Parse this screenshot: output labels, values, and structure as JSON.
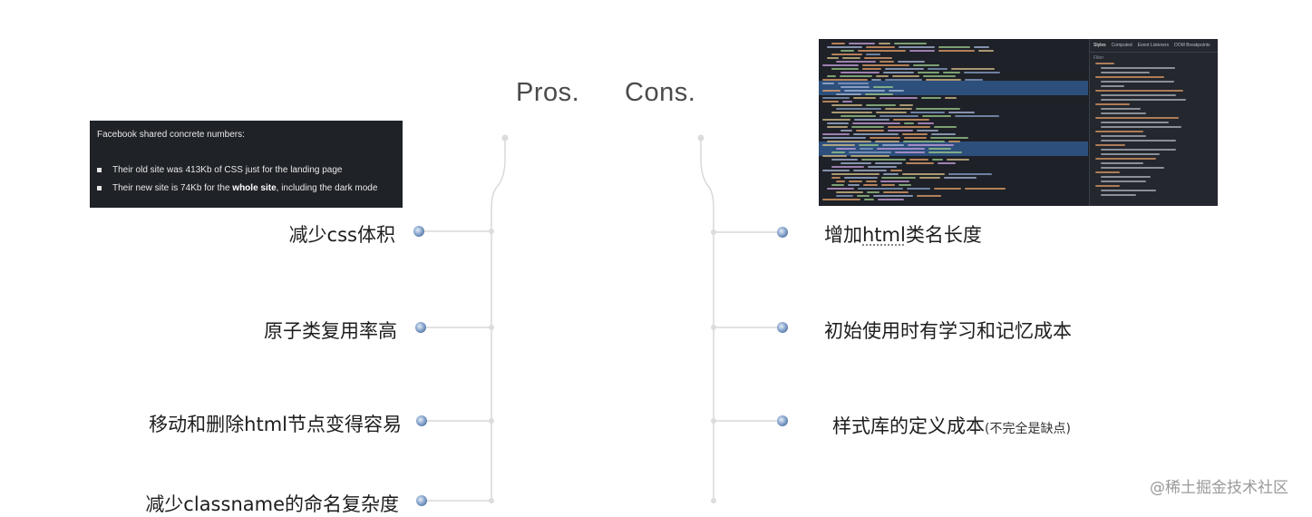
{
  "header": {
    "pros_label": "Pros.",
    "cons_label": "Cons."
  },
  "facebook_note": {
    "title": "Facebook shared concrete numbers:",
    "bullet1": "Their old site was 413Kb of CSS just for the landing page",
    "bullet2_prefix": "Their new site is 74Kb for the ",
    "bullet2_bold": "whole site",
    "bullet2_suffix": ", including the dark mode"
  },
  "devtools": {
    "tabs": [
      "Styles",
      "Computed",
      "Event Listeners",
      "DOM Breakpoints"
    ],
    "filter_placeholder": "Filter"
  },
  "pros": [
    {
      "label": "减少css体积"
    },
    {
      "label": "原子类复用率高"
    },
    {
      "label": "移动和删除html节点变得容易"
    },
    {
      "label": "减少classname的命名复杂度"
    }
  ],
  "cons": [
    {
      "label_plain": "增加",
      "label_underlined": "html",
      "label_rest": "类名长度"
    },
    {
      "label": "初始使用时有学习和记忆成本"
    },
    {
      "label": "样式库的定义成本",
      "note": "(不完全是缺点)"
    }
  ],
  "colors": {
    "line_gray": "#d6d6d6",
    "node_blue": "#7b9cc4",
    "accent_blue": "#5b7fb0"
  },
  "watermark": "@稀土掘金技术社区"
}
